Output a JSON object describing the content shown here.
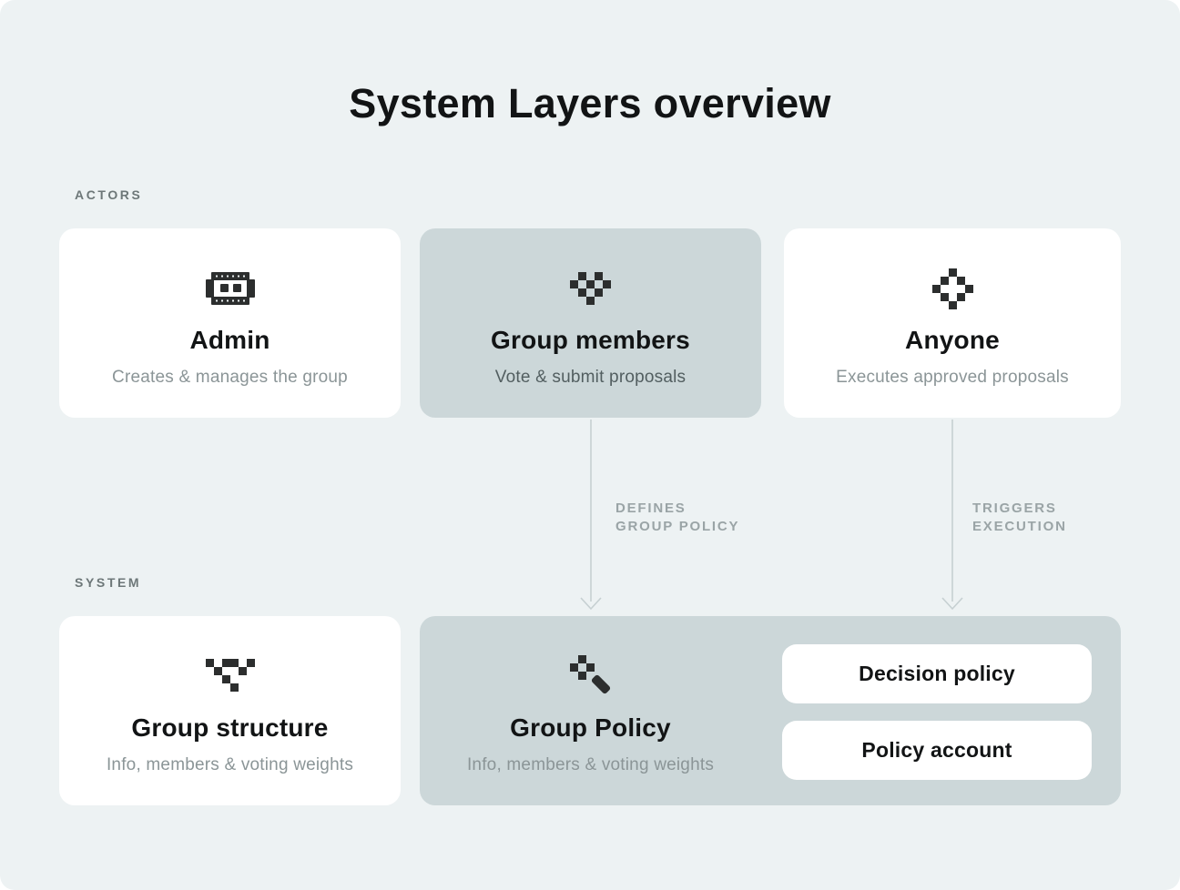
{
  "page": {
    "title": "System Layers overview"
  },
  "colors": {
    "canvas_background": "#edf2f3",
    "card_white": "#ffffff",
    "card_teal": "#ccd7d9",
    "icon_dark": "#2c2e2e",
    "arrow_gray": "#c6d0d2",
    "title_text": "#121415",
    "subtitle_gray": "#8b9597",
    "section_label_gray": "#6d7778"
  },
  "sections": {
    "actors_label": "ACTORS",
    "system_label": "SYSTEM"
  },
  "actors": {
    "cards": [
      {
        "icon": "robot-icon",
        "title": "Admin",
        "subtitle": "Creates & manages the group",
        "highlighted": false
      },
      {
        "icon": "pixel-heart-icon",
        "title": "Group members",
        "subtitle": "Vote & submit proposals",
        "highlighted": true
      },
      {
        "icon": "pixel-diamond-icon",
        "title": "Anyone",
        "subtitle": "Executes approved proposals",
        "highlighted": false
      }
    ]
  },
  "arrows": [
    {
      "from": "Group members",
      "to": "Group Policy",
      "label_line1": "DEFINES",
      "label_line2": "GROUP POLICY"
    },
    {
      "from": "Anyone",
      "to": "Group Policy",
      "label_line1": "TRIGGERS",
      "label_line2": "EXECUTION"
    }
  ],
  "system": {
    "group_structure": {
      "icon": "pixel-v-icon",
      "title": "Group structure",
      "subtitle": "Info, members & voting weights"
    },
    "group_policy": {
      "icon": "pixel-key-icon",
      "title": "Group Policy",
      "subtitle": "Info, members & voting weights",
      "pills": [
        {
          "label": "Decision policy"
        },
        {
          "label": "Policy account"
        }
      ]
    }
  }
}
